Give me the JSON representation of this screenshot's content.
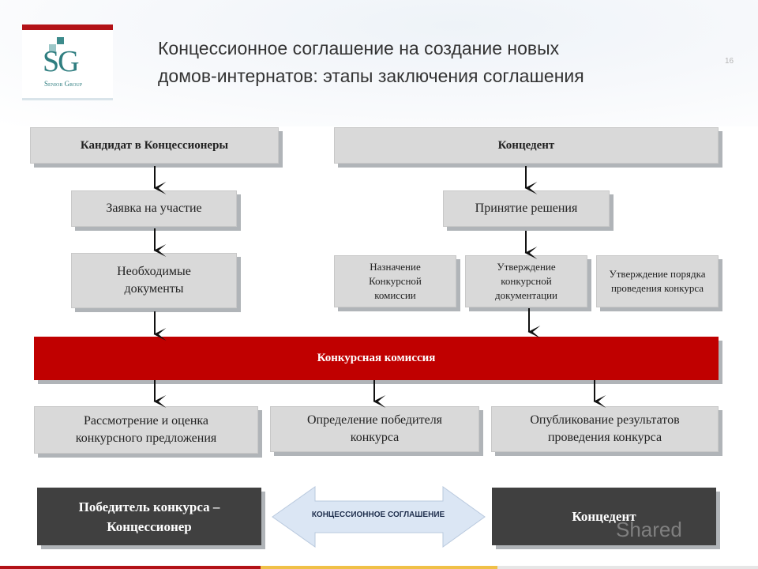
{
  "header": {
    "title_line1": "Концессионное соглашение на создание новых",
    "title_line2": "домов-интернатов: этапы заключения соглашения",
    "page_number": "16",
    "logo_text": "SG",
    "logo_subtext": "Senior Group"
  },
  "left_column": {
    "heading": "Кандидат в Концессионеры",
    "step1": "Заявка на участие",
    "step2": "Необходимые документы"
  },
  "right_column": {
    "heading": "Концедент",
    "step1": "Принятие решения",
    "sub_steps": [
      "Назначение Конкурсной комиссии",
      "Утверждение конкурсной документации",
      "Утверждение порядка проведения конкурса"
    ]
  },
  "commission": "Конкурсная комиссия",
  "results": [
    "Рассмотрение и оценка конкурсного предложения",
    "Определение победителя конкурса",
    "Опубликование результатов проведения конкурса"
  ],
  "bottom": {
    "winner": "Победитель конкурса – Концессионер",
    "agreement": "КОНЦЕССИОННОЕ СОГЛАШЕНИЕ",
    "grantor": "Концедент"
  },
  "watermark": "Shared",
  "colors": {
    "accent_red": "#c00000",
    "box_gray": "#d9d9d9",
    "dark_gray": "#404040",
    "arrow_blue": "#dbe6f4"
  }
}
